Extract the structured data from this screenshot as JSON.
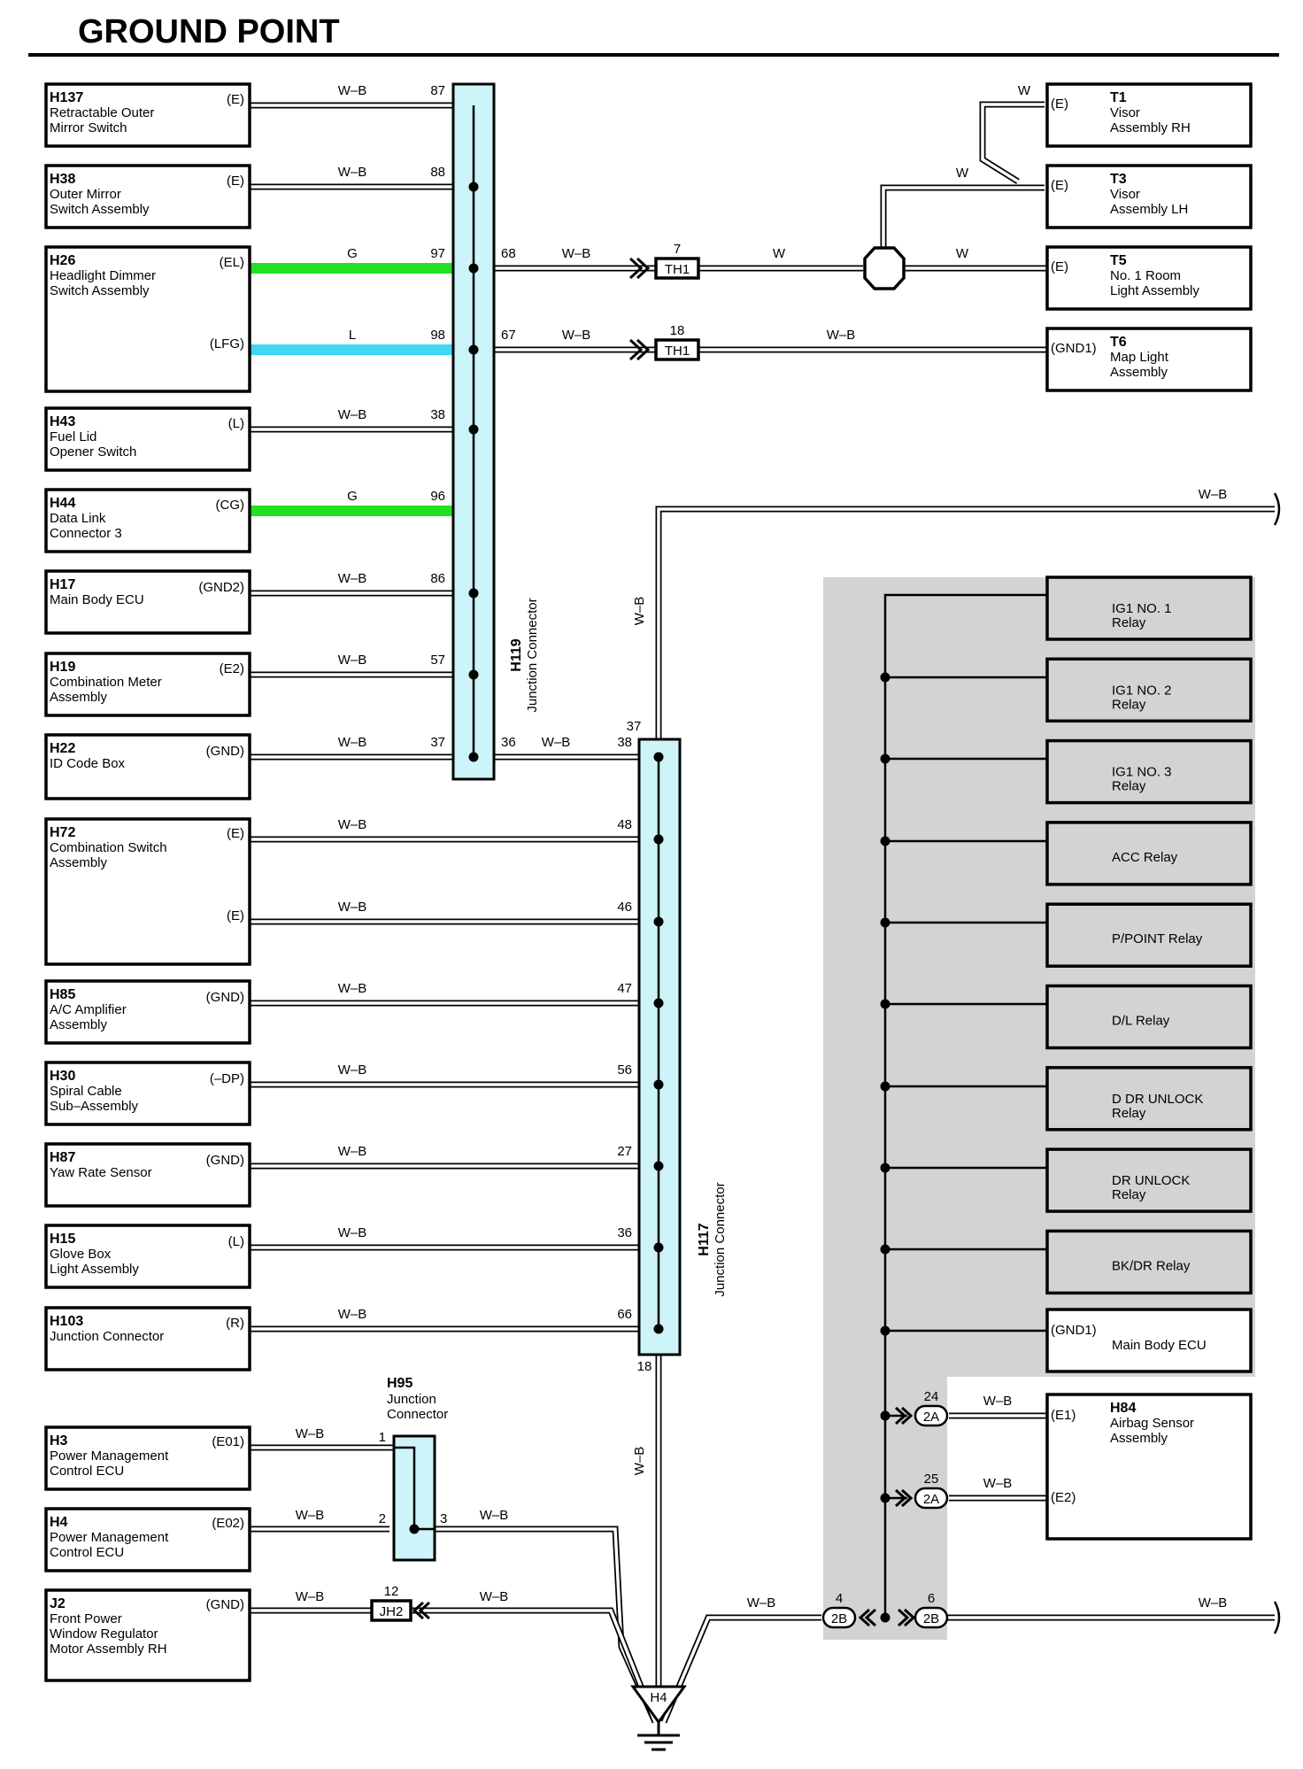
{
  "title": "GROUND POINT",
  "components": {
    "h137": {
      "id": "H137",
      "name": [
        "Retractable Outer",
        "Mirror Switch"
      ],
      "pin": "(E)"
    },
    "h38": {
      "id": "H38",
      "name": [
        "Outer Mirror",
        "Switch Assembly"
      ],
      "pin": "(E)"
    },
    "h26": {
      "id": "H26",
      "name": [
        "Headlight Dimmer",
        "Switch Assembly"
      ],
      "pins": [
        "(EL)",
        "(LFG)"
      ]
    },
    "h43": {
      "id": "H43",
      "name": [
        "Fuel Lid",
        "Opener Switch"
      ],
      "pin": "(L)"
    },
    "h44": {
      "id": "H44",
      "name": [
        "Data Link",
        "Connector 3"
      ],
      "pin": "(CG)"
    },
    "h17": {
      "id": "H17",
      "name": [
        "Main Body ECU"
      ],
      "pin": "(GND2)"
    },
    "h19": {
      "id": "H19",
      "name": [
        "Combination Meter",
        "Assembly"
      ],
      "pin": "(E2)"
    },
    "h22": {
      "id": "H22",
      "name": [
        "ID Code Box"
      ],
      "pin": "(GND)"
    },
    "h72": {
      "id": "H72",
      "name": [
        "Combination Switch",
        "Assembly"
      ],
      "pins": [
        "(E)",
        "(E)"
      ]
    },
    "h85": {
      "id": "H85",
      "name": [
        "A/C Amplifier",
        "Assembly"
      ],
      "pin": "(GND)"
    },
    "h30": {
      "id": "H30",
      "name": [
        "Spiral Cable",
        "Sub–Assembly"
      ],
      "pin": "(–DP)"
    },
    "h87": {
      "id": "H87",
      "name": [
        "Yaw Rate Sensor"
      ],
      "pin": "(GND)"
    },
    "h15": {
      "id": "H15",
      "name": [
        "Glove Box",
        "Light Assembly"
      ],
      "pin": "(L)"
    },
    "h103": {
      "id": "H103",
      "name": [
        "Junction Connector"
      ],
      "pin": "(R)"
    },
    "h3": {
      "id": "H3",
      "name": [
        "Power Management",
        "Control ECU"
      ],
      "pin": "(E01)"
    },
    "h4": {
      "id": "H4",
      "name": [
        "Power Management",
        "Control ECU"
      ],
      "pin": "(E02)"
    },
    "j2": {
      "id": "J2",
      "name": [
        "Front Power",
        "Window Regulator",
        "Motor Assembly RH"
      ],
      "pin": "(GND)"
    },
    "t1": {
      "id": "T1",
      "name": [
        "Visor",
        "Assembly RH"
      ],
      "pin": "(E)"
    },
    "t3": {
      "id": "T3",
      "name": [
        "Visor",
        "Assembly LH"
      ],
      "pin": "(E)"
    },
    "t5": {
      "id": "T5",
      "name": [
        "No.  1 Room",
        "Light Assembly"
      ],
      "pin": "(E)"
    },
    "t6": {
      "id": "T6",
      "name": [
        "Map Light",
        "Assembly"
      ],
      "pin": "(GND1)"
    },
    "h84": {
      "id": "H84",
      "name": [
        "Airbag Sensor",
        "Assembly"
      ],
      "pins": [
        "(E1)",
        "(E2)"
      ]
    },
    "main_ecu": {
      "name": "Main Body ECU",
      "pin": "(GND1)"
    }
  },
  "relays": [
    [
      "IG1 NO. 1",
      "Relay"
    ],
    [
      "IG1 NO. 2",
      "Relay"
    ],
    [
      "IG1 NO. 3",
      "Relay"
    ],
    [
      "ACC Relay"
    ],
    [
      "P/POINT Relay"
    ],
    [
      "D/L Relay"
    ],
    [
      "D DR UNLOCK",
      "Relay"
    ],
    [
      "DR UNLOCK",
      "Relay"
    ],
    [
      "BK/DR Relay"
    ]
  ],
  "junctions": {
    "h119": {
      "id": "H119",
      "name": "Junction Connector"
    },
    "h117": {
      "id": "H117",
      "name": "Junction Connector"
    },
    "h95": {
      "id": "H95",
      "name": [
        "Junction",
        "Connector"
      ]
    }
  },
  "wire_colors": {
    "wb": "W–B",
    "g": "G",
    "l": "L",
    "w": "W"
  },
  "pins": {
    "p87": "87",
    "p88": "88",
    "p97": "97",
    "p98": "98",
    "p38": "38",
    "p96": "96",
    "p86": "86",
    "p57": "57",
    "p37": "37",
    "p36": "36",
    "p38b": "38",
    "p37b": "37",
    "p48": "48",
    "p46": "46",
    "p47": "47",
    "p56": "56",
    "p27": "27",
    "p36b": "36",
    "p66": "66",
    "p18": "18",
    "p68": "68",
    "p67": "67",
    "p7": "7",
    "p18b": "18",
    "p1": "1",
    "p2": "2",
    "p3": "3",
    "p12": "12",
    "p24": "24",
    "p25": "25",
    "p4": "4",
    "p6": "6"
  },
  "connectors": {
    "th1": "TH1",
    "jh2": "JH2",
    "c2a": "2A",
    "c2b": "2B"
  },
  "ground": "H4",
  "colors": {
    "green": "#22e022",
    "blue": "#40d8f0",
    "junction_fill": "#cdf4f8",
    "relay_fill": "#d3d3d3"
  }
}
